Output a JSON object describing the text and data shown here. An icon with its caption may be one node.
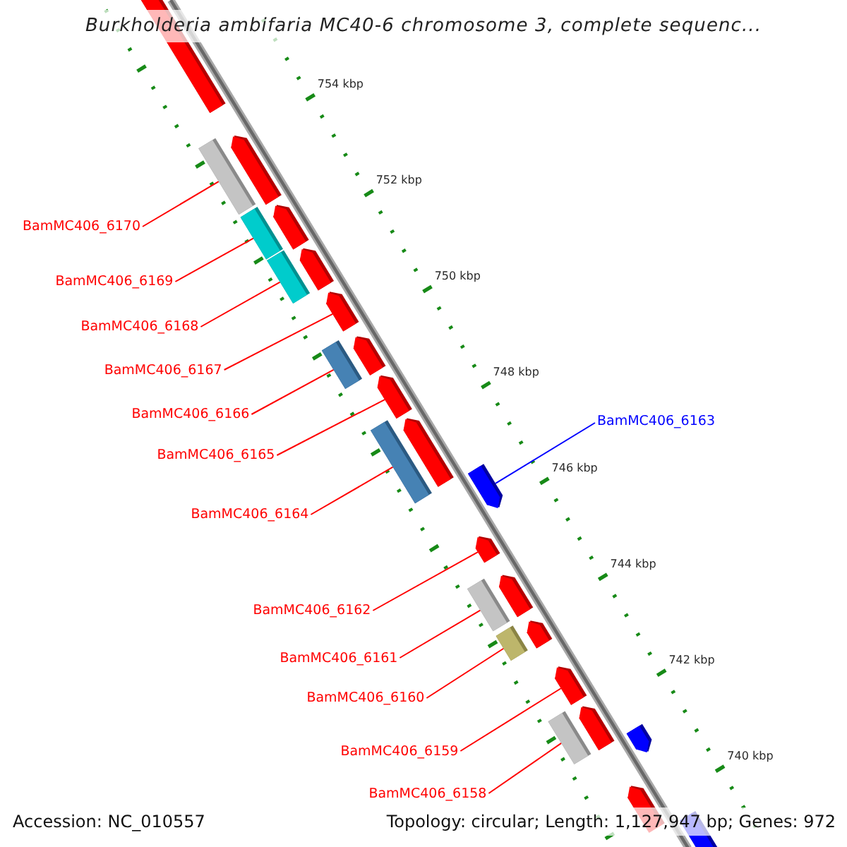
{
  "diagram": {
    "title": "Burkholderia ambifaria MC40-6 chromosome 3, complete sequenc...",
    "nodes": [
      {
        "text": [
          "BamMC406_6170"
        ]
      },
      {
        "text": [
          "BamMC406_6169"
        ]
      },
      {
        "text": [
          "BamMC406_6168"
        ]
      },
      {
        "text": [
          "BamMC406_6167"
        ]
      },
      {
        "text": [
          "BamMC406_6166"
        ]
      },
      {
        "text": [
          "BamMC406_6163"
        ]
      },
      {
        "text": [
          "BamMC406_6165"
        ]
      },
      {
        "text": [
          "BamMC406_6164"
        ]
      },
      {
        "text": [
          "BamMC406_6162"
        ]
      },
      {
        "text": [
          "BamMC406_6161"
        ]
      },
      {
        "text": [
          "BamMC406_6160"
        ]
      },
      {
        "text": [
          "BamMC406_6159"
        ]
      },
      {
        "text": [
          "BamMC406_6158"
        ]
      },
      {
        "text": [],
        "shape": "arrow"
      },
      {
        "text": [],
        "shape": "bar"
      },
      {
        "text": [],
        "shape": "arrow"
      },
      {
        "text": [],
        "shape": "bar"
      },
      {
        "text": [],
        "shape": "arrow"
      },
      {
        "text": [],
        "shape": "bar"
      },
      {
        "text": [],
        "shape": "arrow"
      },
      {
        "text": [],
        "shape": "arrow"
      },
      {
        "text": [],
        "shape": "bar"
      },
      {
        "text": [],
        "shape": "arrow"
      },
      {
        "text": [],
        "shape": "arrow"
      },
      {
        "text": [],
        "shape": "bar"
      },
      {
        "text": [],
        "shape": "arrow"
      },
      {
        "text": [],
        "shape": "arrow"
      },
      {
        "text": [],
        "shape": "arrow"
      },
      {
        "text": [],
        "shape": "bar"
      },
      {
        "text": [],
        "shape": "arrow"
      },
      {
        "text": [],
        "shape": "bar"
      },
      {
        "text": [],
        "shape": "arrow"
      },
      {
        "text": [],
        "shape": "arrow"
      },
      {
        "text": [],
        "shape": "bar"
      },
      {
        "text": [],
        "shape": "arrow"
      },
      {
        "text": [],
        "shape": "arrow"
      },
      {
        "text": [],
        "shape": "arrow"
      },
      {
        "text": [],
        "shape": "arrow"
      }
    ],
    "edges": [
      {
        "from": 0,
        "to": 14,
        "arrow": "none"
      },
      {
        "from": 1,
        "to": 16,
        "arrow": "none"
      },
      {
        "from": 2,
        "to": 18,
        "arrow": "none"
      },
      {
        "from": 3,
        "to": 20,
        "arrow": "none"
      },
      {
        "from": 4,
        "to": 21,
        "arrow": "none"
      },
      {
        "from": 5,
        "to": 26,
        "arrow": "none",
        "color": "#0000ff"
      },
      {
        "from": 6,
        "to": 23,
        "arrow": "none"
      },
      {
        "from": 7,
        "to": 24,
        "arrow": "none"
      },
      {
        "from": 8,
        "to": 27,
        "arrow": "none"
      },
      {
        "from": 9,
        "to": 28,
        "arrow": "none"
      },
      {
        "from": 10,
        "to": 30,
        "arrow": "none"
      },
      {
        "from": 11,
        "to": 32,
        "arrow": "none"
      },
      {
        "from": 12,
        "to": 33,
        "arrow": "none"
      }
    ],
    "labels": [
      "754 kbp",
      "752 kbp",
      "750 kbp",
      "748 kbp",
      "746 kbp",
      "744 kbp",
      "742 kbp",
      "740 kbp",
      "Accession: NC_010557",
      "Topology: circular; Length: 1,127,947 bp; Genes: 972"
    ]
  }
}
